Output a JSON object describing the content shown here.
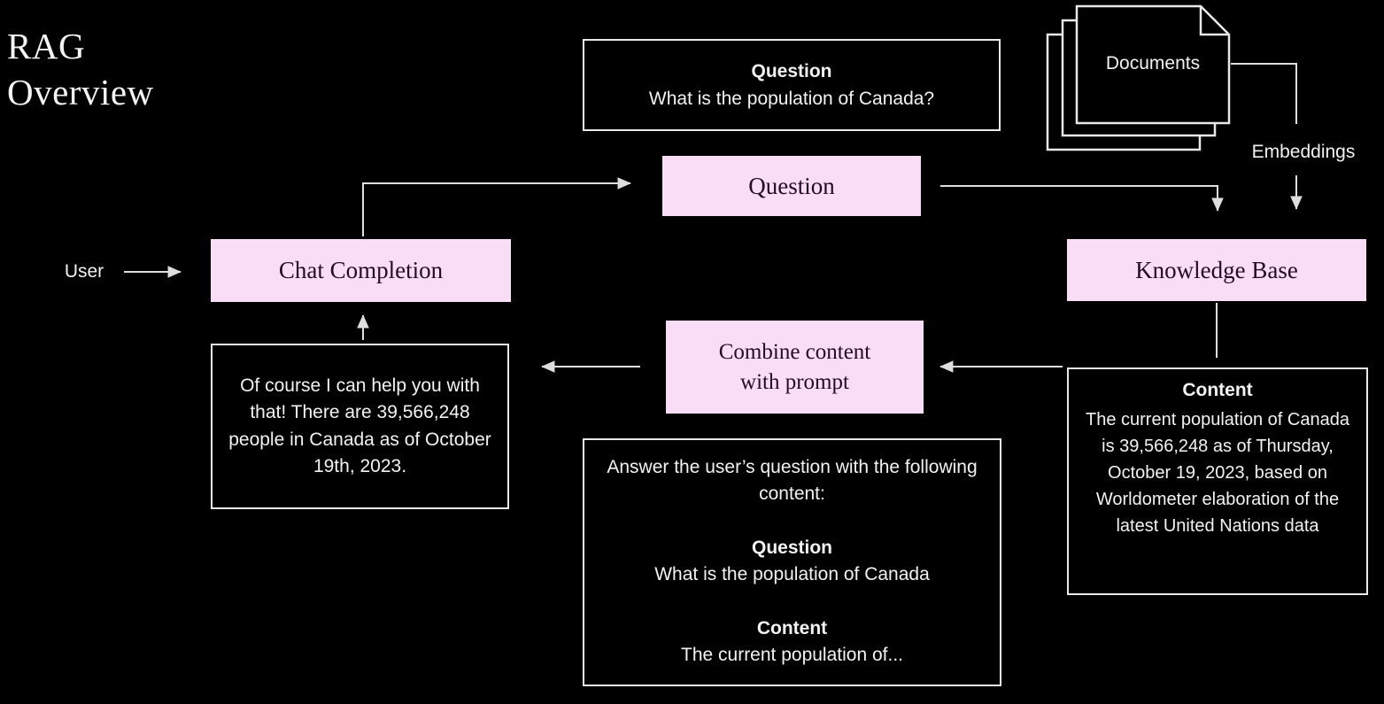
{
  "title": {
    "line1": "RAG",
    "line2": "Overview"
  },
  "labels": {
    "user": "User",
    "documents": "Documents",
    "embeddings": "Embeddings"
  },
  "boxes": {
    "question_input": {
      "header": "Question",
      "body": "What is the population of Canada?"
    },
    "question_pink": {
      "label": "Question"
    },
    "chat_completion": {
      "label": "Chat Completion"
    },
    "knowledge_base": {
      "label": "Knowledge Base"
    },
    "combine": {
      "line1": "Combine content",
      "line2": "with prompt"
    },
    "response": {
      "body": "Of course I can help you with that! There are 39,566,248 people in Canada as of October 19th, 2023."
    },
    "prompt": {
      "intro": "Answer the user’s question with the following content:",
      "question_header": "Question",
      "question_body": "What is the population of Canada",
      "content_header": "Content",
      "content_body": "The current population of..."
    },
    "content": {
      "header": "Content",
      "body": "The current population of Canada is 39,566,248 as of Thursday, October 19, 2023, based on Worldometer elaboration of the latest United Nations data"
    }
  },
  "colors": {
    "background": "#000000",
    "pink": "#f9ddf6",
    "pink_text": "#250d21",
    "line": "#dedede",
    "border": "#e8e8e8",
    "text": "#f2f2f2"
  }
}
